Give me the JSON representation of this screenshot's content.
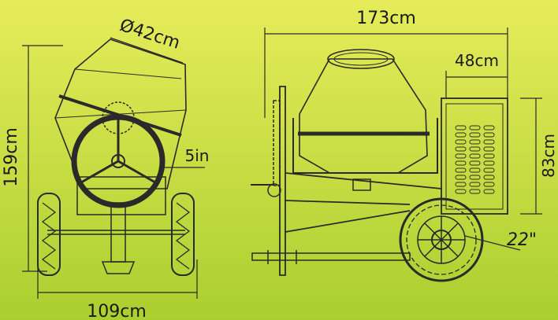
{
  "labels": {
    "drum_diameter": "Ø42cm",
    "total_height": "159cm",
    "bottom_width": "109cm",
    "shaft": "5in",
    "total_length": "173cm",
    "motor_width": "48cm",
    "motor_height": "83cm",
    "wheel": "22\""
  },
  "colors": {
    "background_top": "#e6ec5a",
    "background_bottom": "#aacf2f",
    "drum_fill": "#cfd26a",
    "line": "#2a2a2a"
  }
}
